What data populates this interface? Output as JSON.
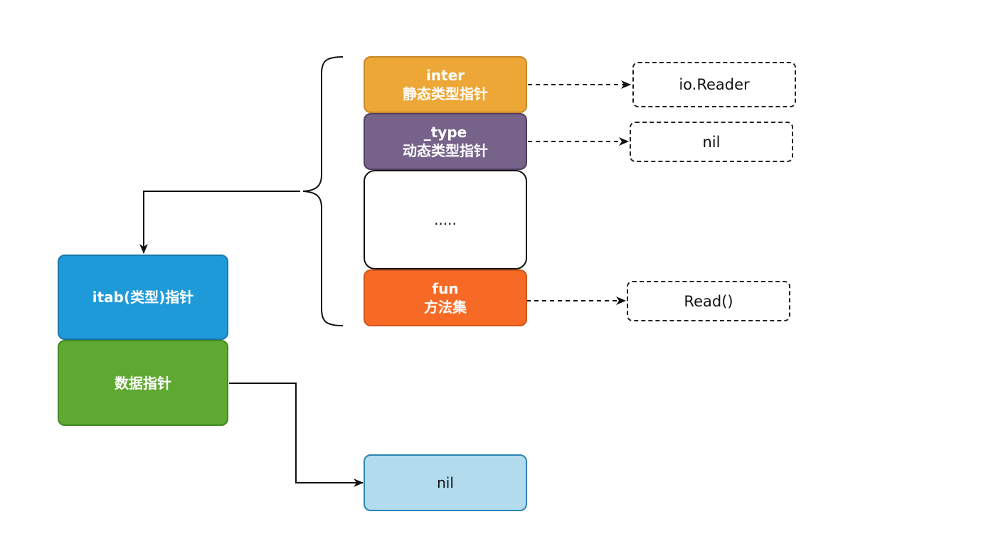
{
  "itab_box": {
    "label": "itab(类型)指针",
    "color": "#1f9ad9"
  },
  "data_box": {
    "label": "数据指针",
    "color": "#5fa832"
  },
  "inter_box": {
    "title": "inter",
    "subtitle": "静态类型指针",
    "color": "#eda736"
  },
  "type_box": {
    "title": "_type",
    "subtitle": "动态类型指针",
    "color": "#77638a"
  },
  "ellipsis_box": {
    "label": "....."
  },
  "fun_box": {
    "title": "fun",
    "subtitle": "方法集",
    "color": "#f76a26"
  },
  "nil_value_box": {
    "label": "nil",
    "color": "#b2dcee"
  },
  "static_type_target": {
    "label": "io.Reader"
  },
  "dynamic_type_target": {
    "label": "nil"
  },
  "method_target": {
    "label": "Read()"
  }
}
